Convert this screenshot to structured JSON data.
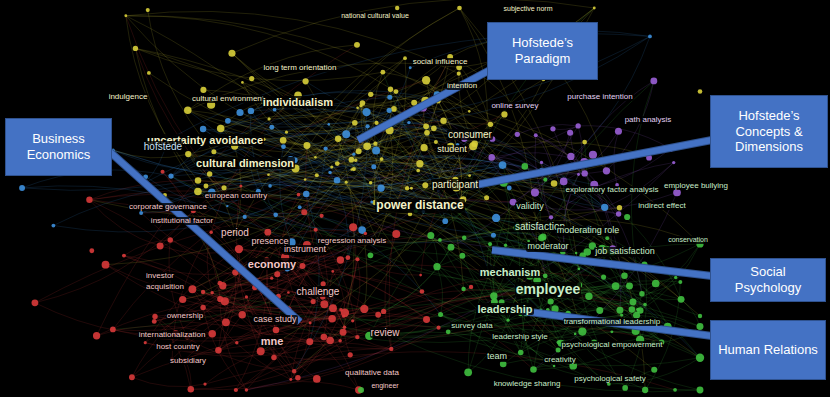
{
  "diagram": {
    "nodes": [
      {
        "text": [
          "Hofstede’s Paradigm"
        ]
      },
      {
        "text": [
          "Hofstede’s Concepts & Dimensions"
        ]
      },
      {
        "text": [
          "Business Economics"
        ]
      },
      {
        "text": [
          "Social Psychology"
        ]
      },
      {
        "text": [
          "Human Relations"
        ]
      }
    ],
    "labels": [
      "long term orientation",
      "indulgence",
      "cultural environment",
      "individualism",
      "uncertainty avoidance",
      "hofstede",
      "cultural dimension",
      "power distance",
      "consumer",
      "student",
      "participant",
      "intention",
      "social influence",
      "purchase intention",
      "online survey",
      "national cultural value",
      "subjective norm",
      "path analysis",
      "exploratory factor analysis",
      "validity",
      "satisfaction",
      "moderating role",
      "employee bullying",
      "indirect effect",
      "moderator",
      "job satisfaction",
      "conservation",
      "mechanism",
      "employee",
      "leadership",
      "survey data",
      "leadership style",
      "transformational leadership",
      "psychological empowerment",
      "team",
      "creativity",
      "psychological safety",
      "knowledge sharing",
      "corporate governance",
      "european country",
      "institutional factor",
      "period",
      "presence",
      "instrument",
      "economy",
      "regression analysis",
      "investor",
      "acquisition",
      "challenge",
      "ownership",
      "case study",
      "internationalization",
      "host country",
      "subsidiary",
      "mne",
      "review",
      "qualitative data",
      "engineer"
    ]
  }
}
